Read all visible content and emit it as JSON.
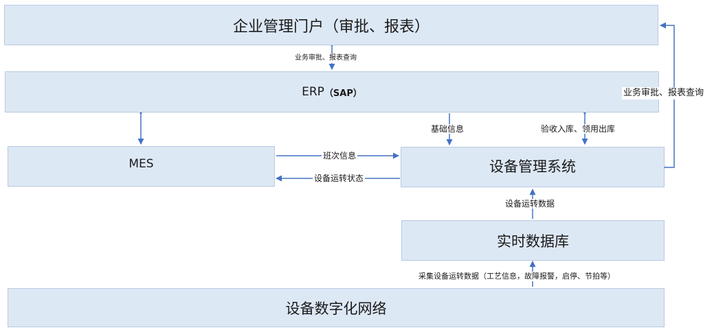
{
  "nodes": {
    "portal": "企业管理门户（审批、报表）",
    "erp_main": "ERP",
    "erp_sap": "（SAP）",
    "mes": "MES",
    "ems": "设备管理系统",
    "rtdb": "实时数据库",
    "digital": "设备数字化网络"
  },
  "edges": {
    "portal_erp": "业务审批、报表查询",
    "erp_ems_basic": "基础信息",
    "erp_ems_stock": "验收入库、领用出库",
    "ems_portal": "业务审批、报表查询",
    "mes_ems_shift": "班次信息",
    "ems_mes_status": "设备运转状态",
    "rtdb_ems": "设备运转数据",
    "digital_rtdb": "采集设备运转数据（工艺信息，故障报警，启停、节拍等）"
  },
  "colors": {
    "box_fill": "#dde8f5",
    "box_border": "#b8c9de",
    "arrow": "#4472c4"
  }
}
